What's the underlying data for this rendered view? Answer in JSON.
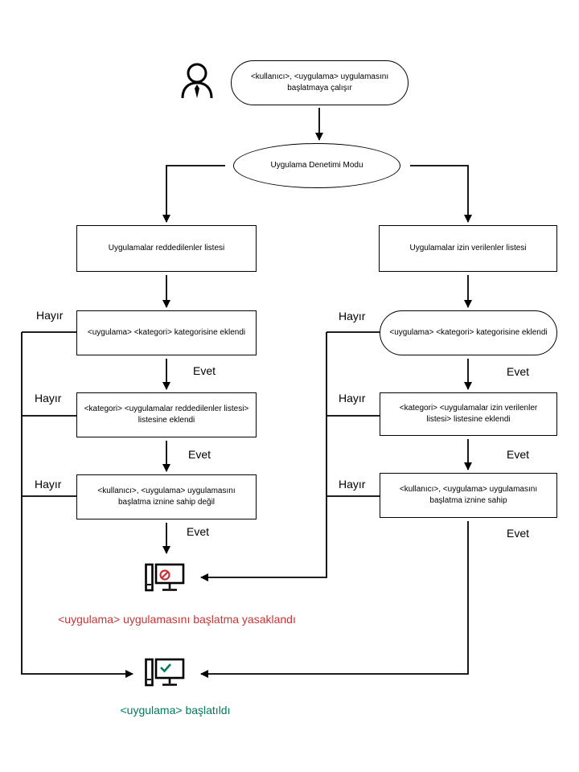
{
  "colors": {
    "denied": "#cc3333",
    "allowed": "#007a5a",
    "line": "#000000"
  },
  "nodes": {
    "start": "<kullanıcı>,  <uygulama> uygulamasını başlatmaya çalışır",
    "mode": "Uygulama Denetimi Modu",
    "denylist": "Uygulamalar reddedilenler listesi",
    "allowlist": "Uygulamalar izin verilenler listesi",
    "left_q1": "<uygulama>  <kategori> kategorisine eklendi",
    "left_q2": "<kategori> <uygulamalar reddedilenler listesi> listesine eklendi",
    "left_q3": "<kullanıcı>,  <uygulama> uygulamasını başlatma iznine sahip değil",
    "right_q1": "<uygulama>  <kategori> kategorisine eklendi",
    "right_q2": "<kategori> <uygulamalar izin verilenler listesi> listesine eklendi",
    "right_q3": "<kullanıcı>,  <uygulama> uygulamasını başlatma iznine sahip"
  },
  "labels": {
    "no": "Hayır",
    "yes": "Evet"
  },
  "results": {
    "blocked": "<uygulama>  uygulamasını  başlatma  yasaklandı",
    "started": "<uygulama>  başlatıldı"
  },
  "icons": {
    "user": "user-icon",
    "blocked": "computer-blocked-icon",
    "started": "computer-allowed-icon"
  }
}
